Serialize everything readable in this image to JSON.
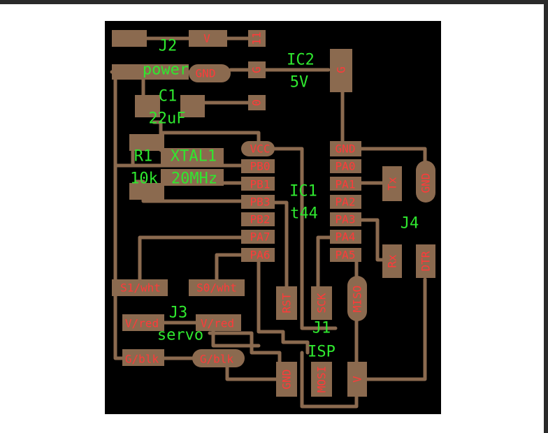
{
  "colors": {
    "background": "#ffffff",
    "board": "#000000",
    "trace": "#8b6a4f",
    "pad_label": "#ff3a3a",
    "component_label": "#2fe82f",
    "frame": "#2a2a2a"
  },
  "components": {
    "j2_name": "J2",
    "j2_value": "power",
    "ic2_name": "IC2",
    "ic2_value": "5V",
    "c1_name": "C1",
    "c1_value": "22uF",
    "r1_name": "R1",
    "r1_value": "10k",
    "xtal1_name": "XTAL1",
    "xtal1_value": "20MHz",
    "ic1_name": "IC1",
    "ic1_value": "t44",
    "j4_name": "J4",
    "j3_name": "J3",
    "j3_value": "servo",
    "j1_name": "J1",
    "j1_value": "ISP"
  },
  "pads": {
    "j2_v": "V",
    "j2_11": "11",
    "j2_gnd": "GND",
    "ic2_g_left": "G",
    "ic2_g_right": "G",
    "ic2_0": "0",
    "vcc": "VCC",
    "pb0": "PB0",
    "pb1": "PB1",
    "pb3": "PB3",
    "pb2": "PB2",
    "pa7": "PA7",
    "pa6": "PA6",
    "gnd": "GND",
    "pa0": "PA0",
    "pa1": "PA1",
    "pa2": "PA2",
    "pa3": "PA3",
    "pa4": "PA4",
    "pa5": "PA5",
    "tx": "Tx",
    "rx": "Rx",
    "j4_gnd": "GND",
    "dtr": "DTR",
    "s1": "S1/wht",
    "s0": "S0/wht",
    "v_red_left": "V/red",
    "v_red_right": "V/red",
    "g_blk_left": "G/blk",
    "g_blk_right": "G/blk",
    "rst": "RST",
    "sck": "SCK",
    "miso": "MISO",
    "isp_gnd": "GND",
    "mosi": "MOSI",
    "isp_v": "V"
  }
}
